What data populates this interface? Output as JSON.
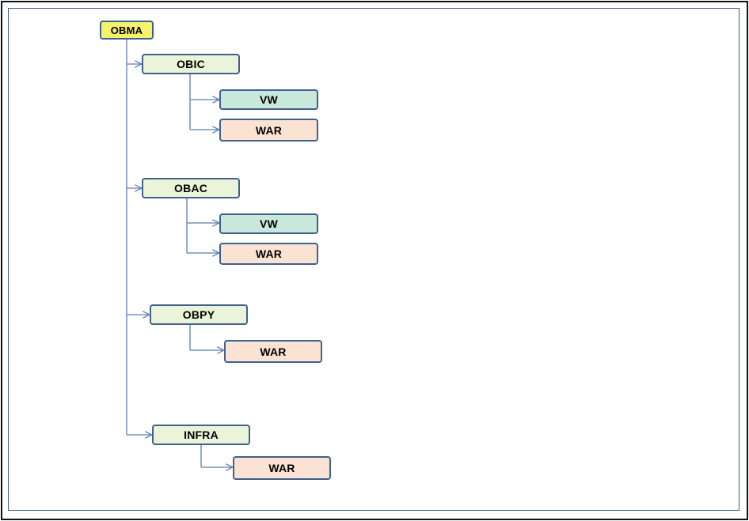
{
  "diagram": {
    "root": {
      "label": "OBMA"
    },
    "children": [
      {
        "label": "OBIC",
        "children": [
          {
            "label": "VW",
            "kind": "vw"
          },
          {
            "label": "WAR",
            "kind": "war"
          }
        ]
      },
      {
        "label": "OBAC",
        "children": [
          {
            "label": "VW",
            "kind": "vw"
          },
          {
            "label": "WAR",
            "kind": "war"
          }
        ]
      },
      {
        "label": "OBPY",
        "children": [
          {
            "label": "WAR",
            "kind": "war"
          }
        ]
      },
      {
        "label": "INFRA",
        "children": [
          {
            "label": "WAR",
            "kind": "war"
          }
        ]
      }
    ]
  },
  "colors": {
    "root_fill": "#f7f26b",
    "level1_fill": "#eaf4d9",
    "vw_fill": "#c8e8dc",
    "war_fill": "#fbe3d4",
    "border": "#40608e",
    "connector": "#5b7fb5"
  }
}
